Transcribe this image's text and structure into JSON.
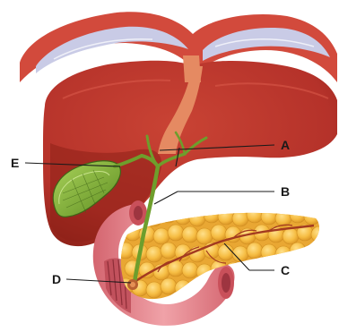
{
  "labels": {
    "a": "A",
    "b": "B",
    "c": "C",
    "d": "D",
    "e": "E"
  },
  "colors": {
    "diaphragm": "#d24a3c",
    "diaphragm_membrane": "#c9cbe6",
    "liver": "#b8342a",
    "liver_shadow": "#8e2018",
    "ligament": "#e58a62",
    "gallbladder": "#86b73a",
    "bile_duct": "#6e9e2c",
    "pancreas": "#f2b53c",
    "pancreatic_duct": "#a33a20",
    "duodenum": "#e0828a",
    "leader_line": "#1a1a1a"
  }
}
